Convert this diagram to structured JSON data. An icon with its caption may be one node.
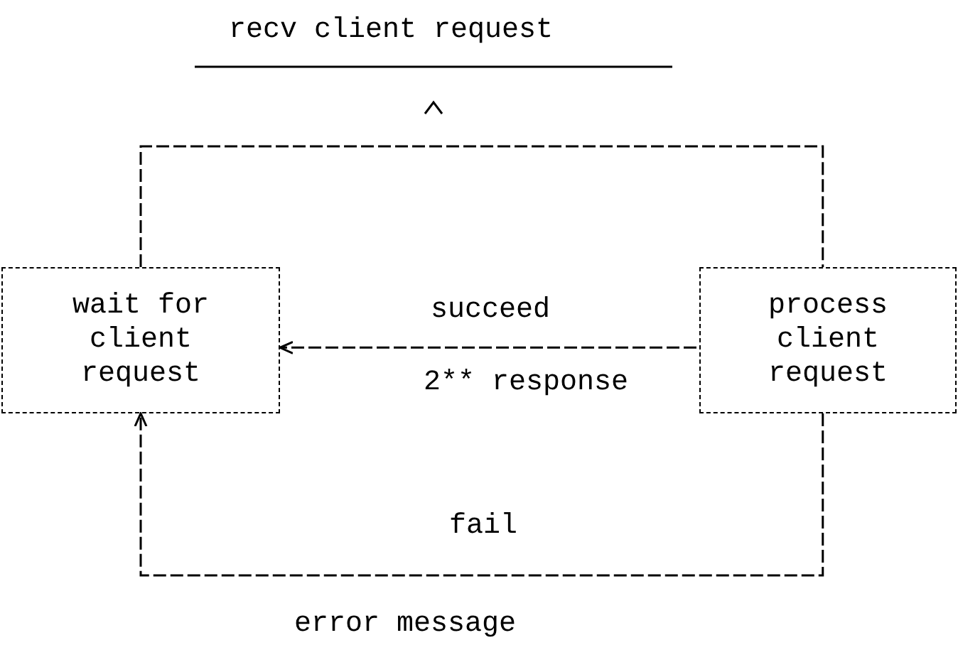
{
  "diagram": {
    "nodes": [
      {
        "text": [
          "wait for client request"
        ]
      },
      {
        "text": [
          "process client request"
        ]
      }
    ],
    "edges": [
      {
        "from": 0,
        "to": 1,
        "arrow": "none"
      },
      {
        "from": 1,
        "to": 0,
        "arrow": "to",
        "label": "succeed"
      },
      {
        "from": 1,
        "to": 0,
        "arrow": "to",
        "label": "fail"
      }
    ],
    "labels": [
      "recv client request",
      "2** response",
      "error message"
    ]
  }
}
